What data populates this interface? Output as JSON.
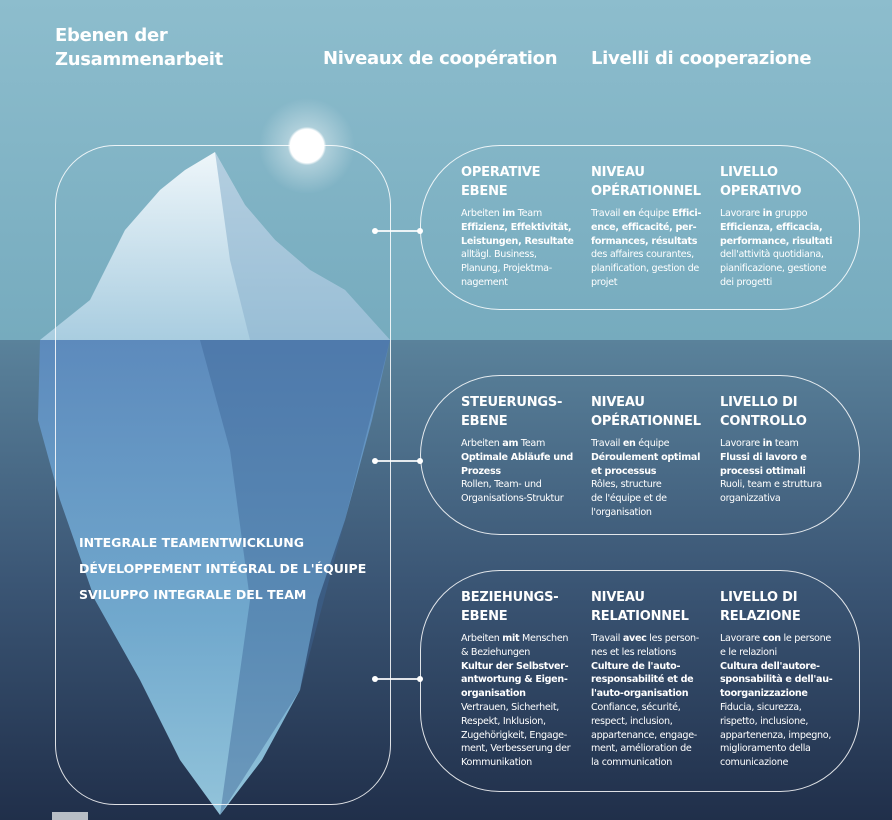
{
  "headers": {
    "de": "Ebenen der Zusammenarbeit",
    "fr": "Niveaux de coopération",
    "it": "Livelli di cooperazione"
  },
  "integral": [
    "INTEGRALE TEAMENTWICKLUNG",
    "DÉVELOPPEMENT INTÉGRAL DE L'ÉQUIPE",
    "SVILUPPO INTEGRALE DEL TEAM"
  ],
  "levels": [
    {
      "cols": [
        {
          "title": [
            "OPERATIVE",
            "EBENE"
          ],
          "lines": [
            [
              [
                "Arbeiten ",
                0
              ],
              [
                "im",
                1
              ],
              [
                " Team",
                0
              ]
            ],
            [
              [
                "Effizienz, Effektivität,",
                1
              ]
            ],
            [
              [
                "Leistungen, Resultate",
                1
              ]
            ],
            [
              [
                "alltägl. Business,",
                0
              ]
            ],
            [
              [
                "Planung, Projektma-",
                0
              ]
            ],
            [
              [
                "nagement",
                0
              ]
            ]
          ]
        },
        {
          "title": [
            "NIVEAU",
            "OPÉRATIONNEL"
          ],
          "lines": [
            [
              [
                "Travail ",
                0
              ],
              [
                "en",
                1
              ],
              [
                " équipe ",
                0
              ],
              [
                "Effici-",
                1
              ]
            ],
            [
              [
                "ence, efficacité, per-",
                1
              ]
            ],
            [
              [
                "formances, résultats",
                1
              ]
            ],
            [
              [
                "des affaires courantes,",
                0
              ]
            ],
            [
              [
                "planification, gestion de",
                0
              ]
            ],
            [
              [
                "projet",
                0
              ]
            ]
          ]
        },
        {
          "title": [
            "LIVELLO",
            "OPERATIVO"
          ],
          "lines": [
            [
              [
                "Lavorare ",
                0
              ],
              [
                "in",
                1
              ],
              [
                " gruppo",
                0
              ]
            ],
            [
              [
                "Efficienza, efficacia,",
                1
              ]
            ],
            [
              [
                "performance, risultati",
                1
              ]
            ],
            [
              [
                "dell'attività quotidiana,",
                0
              ]
            ],
            [
              [
                "pianificazione, gestione",
                0
              ]
            ],
            [
              [
                "dei progetti",
                0
              ]
            ]
          ]
        }
      ]
    },
    {
      "cols": [
        {
          "title": [
            "STEUERUNGS-",
            "EBENE"
          ],
          "lines": [
            [
              [
                "Arbeiten ",
                0
              ],
              [
                "am",
                1
              ],
              [
                " Team",
                0
              ]
            ],
            [
              [
                "Optimale Abläufe und",
                1
              ]
            ],
            [
              [
                "Prozess",
                1
              ]
            ],
            [
              [
                "Rollen, Team- und",
                0
              ]
            ],
            [
              [
                "Organisations-Struktur",
                0
              ]
            ]
          ]
        },
        {
          "title": [
            "NIVEAU",
            "OPÉRATIONNEL"
          ],
          "lines": [
            [
              [
                "Travail ",
                0
              ],
              [
                "en",
                1
              ],
              [
                " équipe",
                0
              ]
            ],
            [
              [
                "Déroulement optimal",
                1
              ]
            ],
            [
              [
                "et processus",
                1
              ]
            ],
            [
              [
                "Rôles, structure",
                0
              ]
            ],
            [
              [
                "de l'équipe et de",
                0
              ]
            ],
            [
              [
                "l'organisation",
                0
              ]
            ]
          ]
        },
        {
          "title": [
            "LIVELLO DI",
            "CONTROLLO"
          ],
          "lines": [
            [
              [
                "Lavorare ",
                0
              ],
              [
                "in",
                1
              ],
              [
                " team",
                0
              ]
            ],
            [
              [
                "Flussi di lavoro e",
                1
              ]
            ],
            [
              [
                "processi ottimali",
                1
              ]
            ],
            [
              [
                "Ruoli, team e struttura",
                0
              ]
            ],
            [
              [
                "organizzativa",
                0
              ]
            ]
          ]
        }
      ]
    },
    {
      "cols": [
        {
          "title": [
            "BEZIEHUNGS-",
            "EBENE"
          ],
          "lines": [
            [
              [
                "Arbeiten ",
                0
              ],
              [
                "mit",
                1
              ],
              [
                " Menschen",
                0
              ]
            ],
            [
              [
                "& Beziehungen",
                0
              ]
            ],
            [
              [
                "Kultur der Selbstver-",
                1
              ]
            ],
            [
              [
                "antwortung & Eigen-",
                1
              ]
            ],
            [
              [
                "organisation",
                1
              ]
            ],
            [
              [
                "Vertrauen, Sicherheit,",
                0
              ]
            ],
            [
              [
                "Respekt, Inklusion,",
                0
              ]
            ],
            [
              [
                "Zugehörigkeit, Engage-",
                0
              ]
            ],
            [
              [
                "ment, Verbesserung der",
                0
              ]
            ],
            [
              [
                "Kommunikation",
                0
              ]
            ]
          ]
        },
        {
          "title": [
            "NIVEAU",
            "RELATIONNEL"
          ],
          "lines": [
            [
              [
                "Travail ",
                0
              ],
              [
                "avec",
                1
              ],
              [
                " les person-",
                0
              ]
            ],
            [
              [
                "nes et les relations",
                0
              ]
            ],
            [
              [
                "Culture de l'auto-",
                1
              ]
            ],
            [
              [
                "responsabilité et de",
                1
              ]
            ],
            [
              [
                "l'auto-organisation",
                1
              ]
            ],
            [
              [
                "Confiance, sécurité,",
                0
              ]
            ],
            [
              [
                "respect, inclusion,",
                0
              ]
            ],
            [
              [
                "appartenance, engage-",
                0
              ]
            ],
            [
              [
                "ment, amélioration de",
                0
              ]
            ],
            [
              [
                "la communication",
                0
              ]
            ]
          ]
        },
        {
          "title": [
            "LIVELLO DI",
            "RELAZIONE"
          ],
          "lines": [
            [
              [
                "Lavorare ",
                0
              ],
              [
                "con",
                1
              ],
              [
                " le persone",
                0
              ]
            ],
            [
              [
                "e le relazioni",
                0
              ]
            ],
            [
              [
                "Cultura dell'autore-",
                1
              ]
            ],
            [
              [
                "sponsabilità e dell'au-",
                1
              ]
            ],
            [
              [
                "toorganizzazione",
                1
              ]
            ],
            [
              [
                "Fiducia, sicurezza,",
                0
              ]
            ],
            [
              [
                "rispetto, inclusione,",
                0
              ]
            ],
            [
              [
                "appartenenza, impegno,",
                0
              ]
            ],
            [
              [
                "miglioramento della",
                0
              ]
            ],
            [
              [
                "comunicazione",
                0
              ]
            ]
          ]
        }
      ]
    }
  ],
  "colors": {
    "sky": "#86b8c9",
    "water_top": "#557f98",
    "water_bottom": "#22324d",
    "line": "#ffffff"
  }
}
